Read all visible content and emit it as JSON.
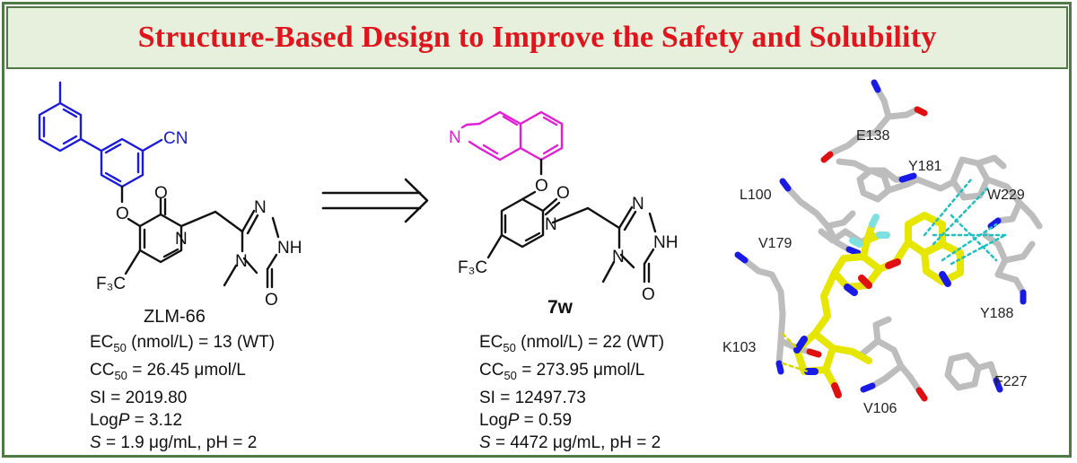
{
  "title": "Structure-Based Design to Improve the Safety and Solubility",
  "colors": {
    "title": "#e0141c",
    "border": "#4f7a45",
    "banner_fill": "#e6f0dc",
    "biphenyl": "#1a1adc",
    "isoquinoline": "#e21fd6",
    "ligand": "#e6e600",
    "protein": "#c8c8c8",
    "nitrogen": "#1a1ae6",
    "oxygen": "#e01010",
    "fluorine": "#7fe0e0",
    "hbond": "#d8d800",
    "pi_stack": "#20c0c0"
  },
  "compound_left": {
    "name": "ZLM-66",
    "atoms": {
      "cn": "CN",
      "o": "O",
      "n1": "N",
      "n2": "N",
      "nh": "NH",
      "n3": "N",
      "o2": "O",
      "o3": "O",
      "cf3": "F₃C"
    },
    "stats": {
      "ec50_prefix": "EC",
      "ec50_sub": "50",
      "ec50_rest": " (nmol/L) = 13 (WT)",
      "cc50_prefix": "CC",
      "cc50_sub": "50",
      "cc50_rest": " = 26.45 μmol/L",
      "si": "SI = 2019.80",
      "logp_prefix": "Log",
      "logp_italic": "P",
      "logp_rest": " = 3.12",
      "s_italic": "S",
      "s_rest": " = 1.9 μg/mL, pH = 2"
    }
  },
  "compound_right": {
    "name": "7w",
    "atoms": {
      "n_iso": "N",
      "o": "O",
      "n1": "N",
      "n2": "N",
      "nh": "NH",
      "n3": "N",
      "o2": "O",
      "o3": "O",
      "cf3": "F₃C"
    },
    "stats": {
      "ec50_prefix": "EC",
      "ec50_sub": "50",
      "ec50_rest": " (nmol/L) = 22 (WT)",
      "cc50_prefix": "CC",
      "cc50_sub": "50",
      "cc50_rest": " = 273.95 μmol/L",
      "si": "SI = 12497.73",
      "logp_prefix": "Log",
      "logp_italic": "P",
      "logp_rest": " = 0.59",
      "s_italic": "S",
      "s_rest": " = 4472 μg/mL, pH = 2"
    }
  },
  "residues": [
    "E138",
    "Y181",
    "L100",
    "W229",
    "V179",
    "Y188",
    "K103",
    "V106",
    "F227"
  ]
}
